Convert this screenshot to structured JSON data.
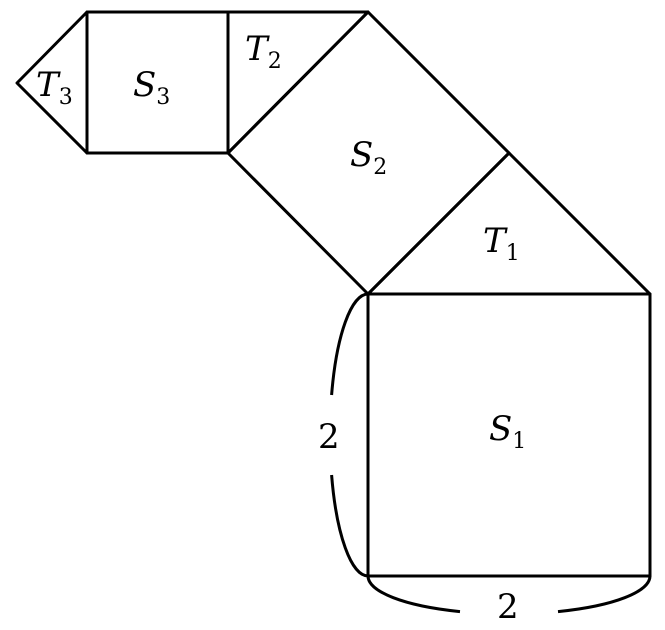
{
  "labels": {
    "t3": {
      "main": "T",
      "sub": "3"
    },
    "s3": {
      "main": "S",
      "sub": "3"
    },
    "t2": {
      "main": "T",
      "sub": "2"
    },
    "s2": {
      "main": "S",
      "sub": "2"
    },
    "t1": {
      "main": "T",
      "sub": "1"
    },
    "s1": {
      "main": "S",
      "sub": "1"
    }
  },
  "dimensions": {
    "side_height": "2",
    "side_width": "2"
  }
}
